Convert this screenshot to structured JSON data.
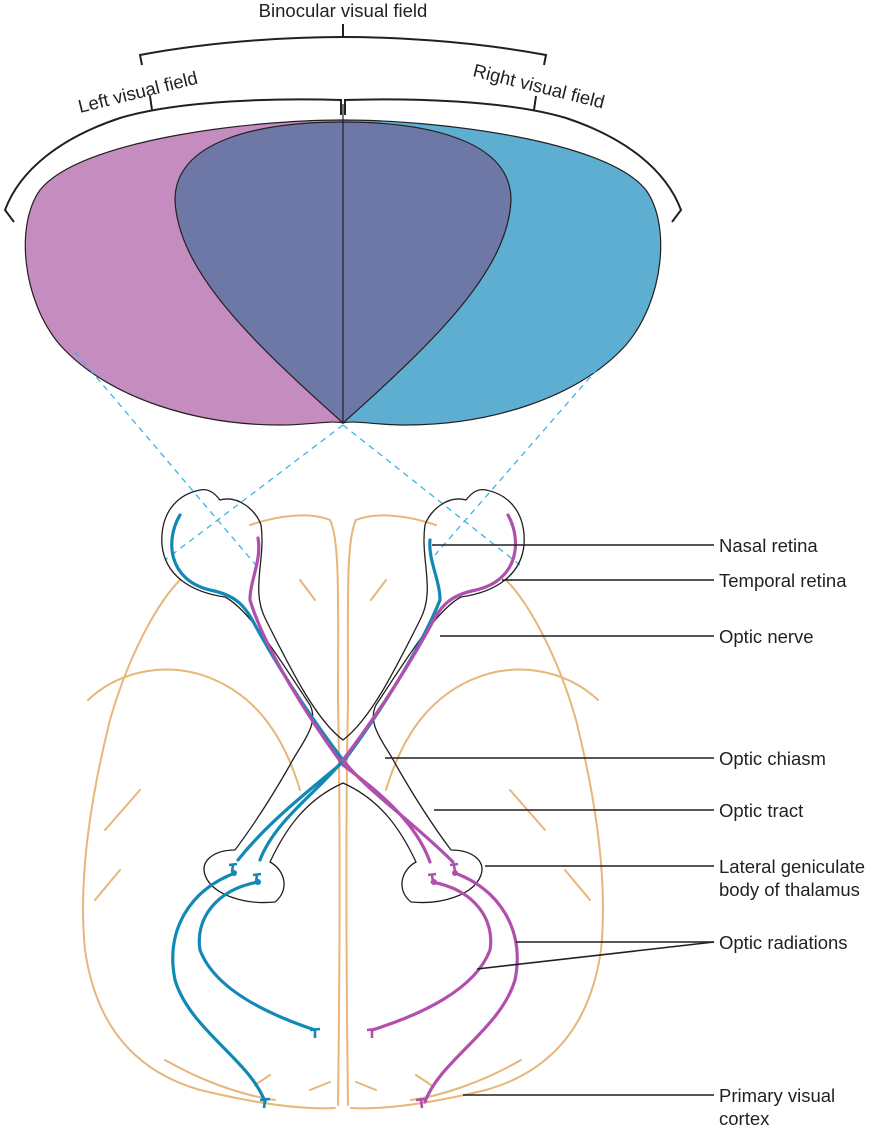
{
  "figure": {
    "title_labels": {
      "binocular": "Binocular visual field",
      "left": "Left visual field",
      "right": "Right visual field"
    },
    "labels": [
      {
        "id": "nasal-retina",
        "lines": [
          "Nasal retina"
        ]
      },
      {
        "id": "temporal-retina",
        "lines": [
          "Temporal retina"
        ]
      },
      {
        "id": "optic-nerve",
        "lines": [
          "Optic nerve"
        ]
      },
      {
        "id": "optic-chiasm",
        "lines": [
          "Optic chiasm"
        ]
      },
      {
        "id": "optic-tract",
        "lines": [
          "Optic tract"
        ]
      },
      {
        "id": "lateral-geniculate-body",
        "lines": [
          "Lateral geniculate",
          "body of thalamus"
        ]
      },
      {
        "id": "optic-radiations",
        "lines": [
          "Optic radiations"
        ]
      },
      {
        "id": "primary-visual-cortex",
        "lines": [
          "Primary visual",
          "cortex"
        ]
      }
    ],
    "colors": {
      "left_field": "#c58dbf",
      "overlap_field": "#6e78a6",
      "right_field": "#5daed1",
      "blue_pathway": "#1288b5",
      "magenta_pathway": "#b04fae",
      "brain_outline": "#e8b57a",
      "sightline": "#3bb3e6",
      "outline": "#231f20"
    }
  }
}
